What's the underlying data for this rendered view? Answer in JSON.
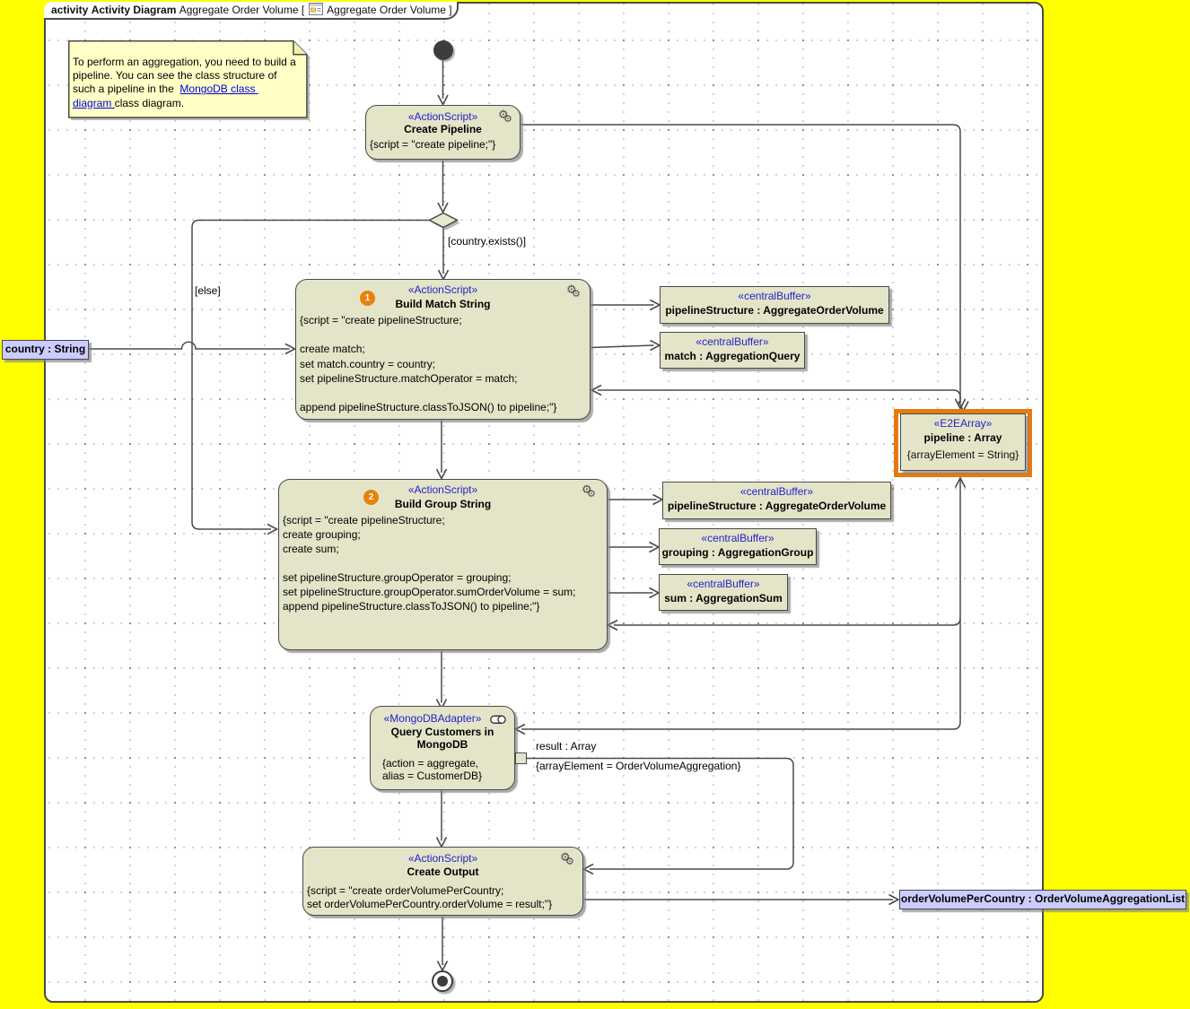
{
  "frame": {
    "kind_label": "activity",
    "type_label": "Activity Diagram",
    "diagram_name": "Aggregate Order Volume [",
    "diagram_ref": "Aggregate Order Volume ]"
  },
  "note": {
    "line1": "To perform an aggregation, you need to build a",
    "line2": "pipeline. You can see the class structure of",
    "line3_pre": "such a pipeline in the  ",
    "line3_link": "MongoDB class ",
    "line4_link": "diagram ",
    "line4_post": "class diagram."
  },
  "nodes": {
    "create_pipeline": {
      "stereotype": "«ActionScript»",
      "name": "Create Pipeline",
      "script": [
        "{script = \"create pipeline;\"}"
      ]
    },
    "build_match": {
      "badge": "1",
      "stereotype": "«ActionScript»",
      "name": "Build Match String",
      "script": [
        "{script = \"create pipelineStructure;",
        "",
        "create match;",
        "set match.country = country;",
        "set pipelineStructure.matchOperator = match;",
        "",
        "append pipelineStructure.classToJSON() to pipeline;\"}"
      ]
    },
    "build_group": {
      "badge": "2",
      "stereotype": "«ActionScript»",
      "name": "Build Group String",
      "script": [
        "{script = \"create pipelineStructure;",
        "create grouping;",
        "create sum;",
        "",
        "set pipelineStructure.groupOperator = grouping;",
        "set pipelineStructure.groupOperator.sumOrderVolume = sum;",
        "append pipelineStructure.classToJSON() to pipeline;\"}"
      ]
    },
    "query_mongo": {
      "stereotype": "«MongoDBAdapter»",
      "name_lines": [
        "Query Customers in",
        "MongoDB"
      ],
      "script": [
        "{action = aggregate,",
        "alias = CustomerDB}"
      ]
    },
    "create_output": {
      "stereotype": "«ActionScript»",
      "name": "Create Output",
      "script": [
        "{script = \"create orderVolumePerCountry;",
        "set orderVolumePerCountry.orderVolume = result;\"}"
      ]
    },
    "pipeline_array": {
      "stereotype": "«E2EArray»",
      "name": "pipeline : Array",
      "constraint": "{arrayElement = String}"
    },
    "buffer_ps1": {
      "stereotype": "«centralBuffer»",
      "name": "pipelineStructure : AggregateOrderVolume"
    },
    "buffer_match": {
      "stereotype": "«centralBuffer»",
      "name": "match : AggregationQuery"
    },
    "buffer_ps2": {
      "stereotype": "«centralBuffer»",
      "name": "pipelineStructure : AggregateOrderVolume"
    },
    "buffer_grouping": {
      "stereotype": "«centralBuffer»",
      "name": "grouping : AggregationGroup"
    },
    "buffer_sum": {
      "stereotype": "«centralBuffer»",
      "name": "sum : AggregationSum"
    },
    "param_country": {
      "name": "country : String"
    },
    "param_output": {
      "name": "orderVolumePerCountry : OrderVolumeAggregationList"
    }
  },
  "labels": {
    "guard_country": "[country.exists()]",
    "guard_else": "[else]",
    "result_pin": "result : Array",
    "result_constraint": "{arrayElement = OrderVolumeAggregation}"
  },
  "colors": {
    "canvas": "#FFFF00",
    "node_fill": "#E4E4C8",
    "node_border": "#4a4a4a",
    "stereotype_text": "#2323CC",
    "note_fill": "#FFFFC6",
    "link_text": "#0000E6",
    "param_fill": "#CCCCFF",
    "selection_orange": "#E67A12",
    "badge_orange": "#E8820C"
  }
}
